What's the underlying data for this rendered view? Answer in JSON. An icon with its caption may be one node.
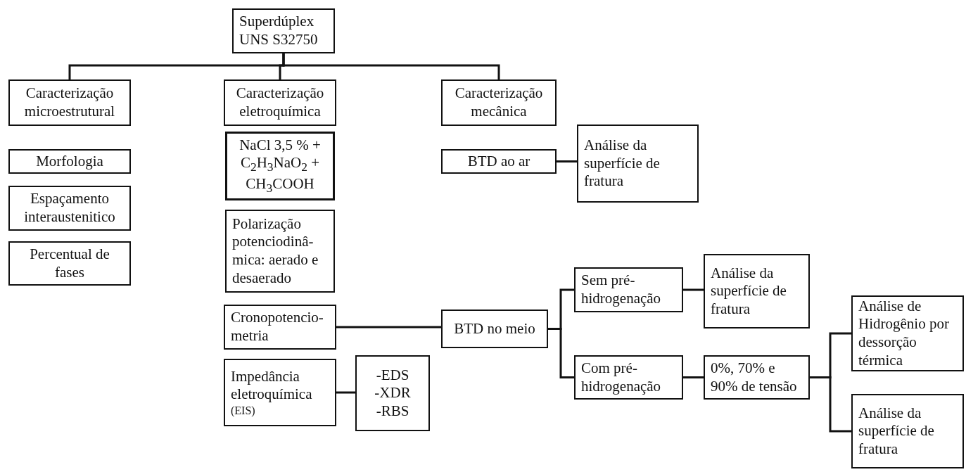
{
  "diagram": {
    "nodes": [
      {
        "text": [
          "Superdúplex UNS S32750"
        ]
      },
      {
        "text": [
          "Caracterização microestrutural"
        ]
      },
      {
        "text": [
          "Caracterização eletroquímica"
        ]
      },
      {
        "text": [
          "Caracterização mecânica"
        ]
      },
      {
        "text": [
          "Morfologia"
        ]
      },
      {
        "text": [
          "Espaçamento interaustenitico"
        ]
      },
      {
        "text": [
          "Percentual de fases"
        ]
      },
      {
        "text": [
          "NaCl 3,5 % + C$_{2}$H$_{3}$NaO$_{2}$ + CH$_{3}$COOH"
        ]
      },
      {
        "text": [
          "Polarização potenciodinâ- mica: aerado e desaerado"
        ]
      },
      {
        "text": [
          "Cronopotencio- metria"
        ]
      },
      {
        "text": [
          "Impedância eletroquímica",
          "(EIS)"
        ]
      },
      {
        "text": [
          "-EDS",
          "-XDR",
          "-RBS"
        ]
      },
      {
        "text": [
          "BTD ao ar"
        ]
      },
      {
        "text": [
          "Análise da superfície de fratura"
        ]
      },
      {
        "text": [
          "BTD no meio"
        ]
      },
      {
        "text": [
          "Sem pré- hidrogenação"
        ]
      },
      {
        "text": [
          "Análise da superfície de fratura"
        ]
      },
      {
        "text": [
          "Com pré- hidrogenação"
        ]
      },
      {
        "text": [
          "0%, 70% e 90% de tensão"
        ]
      },
      {
        "text": [
          "Análise de Hidrogênio por dessorção térmica"
        ]
      },
      {
        "text": [
          "Análise da superfície de fratura"
        ]
      }
    ],
    "edges": [
      {
        "from": 0,
        "to": 1,
        "arrow": "none"
      },
      {
        "from": 0,
        "to": 2,
        "arrow": "none"
      },
      {
        "from": 0,
        "to": 3,
        "arrow": "none"
      },
      {
        "from": 12,
        "to": 13,
        "arrow": "none"
      },
      {
        "from": 9,
        "to": 14,
        "arrow": "none"
      },
      {
        "from": 10,
        "to": 11,
        "arrow": "none"
      },
      {
        "from": 14,
        "to": 15,
        "arrow": "none"
      },
      {
        "from": 14,
        "to": 17,
        "arrow": "none"
      },
      {
        "from": 15,
        "to": 16,
        "arrow": "none"
      },
      {
        "from": 17,
        "to": 18,
        "arrow": "none"
      },
      {
        "from": 18,
        "to": 19,
        "arrow": "none"
      },
      {
        "from": 18,
        "to": 20,
        "arrow": "none"
      }
    ]
  }
}
